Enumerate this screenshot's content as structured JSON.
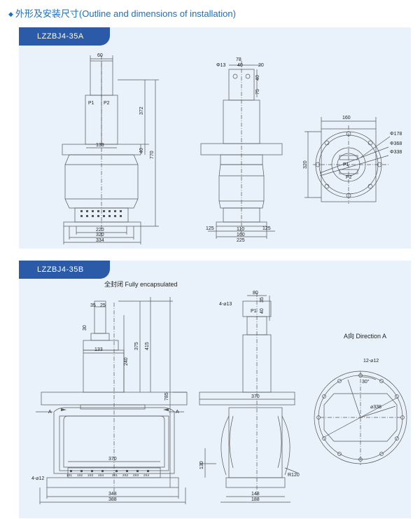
{
  "header": {
    "title": "外形及安装尺寸(Outline and dimensions of installation)"
  },
  "panel_a": {
    "model": "LZZBJ4-35A",
    "front": {
      "d60": "60",
      "p1": "P1",
      "p2": "P2",
      "d138": "138",
      "d372": "372",
      "d40": "40",
      "d770": "770",
      "d220": "220",
      "d320": "320",
      "d334": "334"
    },
    "side": {
      "phi13": "Φ13",
      "d78": "78",
      "d40a": "40",
      "d20": "20",
      "d40b": "40",
      "d75": "75",
      "d125a": "125",
      "d110": "110",
      "d125b": "125",
      "d160": "160",
      "d225": "225"
    },
    "top": {
      "d160": "160",
      "d320": "320",
      "phi178": "Φ178",
      "phi368": "Φ368",
      "phi338": "Φ338",
      "p1": "P1",
      "p2": "P2"
    }
  },
  "panel_b": {
    "model": "LZZBJ4-35B",
    "caption": "全封闭 Fully encapsulated",
    "front": {
      "d35": "35",
      "d25": "25",
      "d30": "30",
      "d133": "133",
      "d240": "240",
      "d375": "375",
      "d415": "415",
      "d785": "785",
      "a_left": "A",
      "a_right": "A",
      "d370": "370",
      "holes": "4-⌀12",
      "d348": "348",
      "d388": "388",
      "terminals": [
        "1S1",
        "1S2",
        "1S3",
        "1S4",
        "2S1",
        "2S2",
        "2S3",
        "2S4"
      ]
    },
    "side": {
      "holes": "4-⌀13",
      "d80": "80",
      "d35": "35",
      "d40": "40",
      "p1": "P1",
      "d370": "370",
      "d130": "130",
      "r120": "R120",
      "d148": "148",
      "d188": "188"
    },
    "view": {
      "title": "A向  Direction A",
      "holes": "12-⌀12",
      "angle": "30°",
      "phi338": "⌀338"
    }
  }
}
